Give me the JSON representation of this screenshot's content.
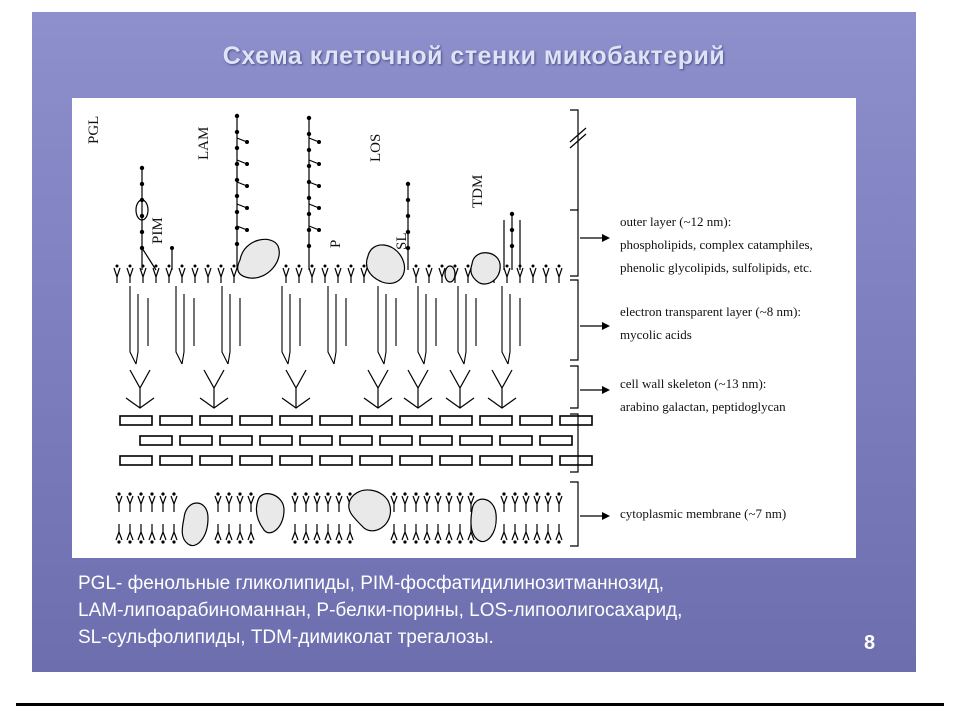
{
  "slide": {
    "title": "Схема клеточной стенки микобактерий",
    "page_number": "8"
  },
  "molecule_labels": {
    "pgl": "PGL",
    "pim": "PIM",
    "lam": "LAM",
    "los": "LOS",
    "p": "P",
    "sl": "SL",
    "tdm": "TDM"
  },
  "layers": [
    {
      "line1": "outer layer (~12 nm):",
      "line2": "phospholipids, complex catamphiles,",
      "line3": "phenolic glycolipids, sulfolipids, etc."
    },
    {
      "line1": "electron transparent layer (~8 nm):",
      "line2": "mycolic acids",
      "line3": ""
    },
    {
      "line1": "cell wall skeleton (~13 nm):",
      "line2": "arabino galactan, peptidoglycan",
      "line3": ""
    },
    {
      "line1": "cytoplasmic membrane (~7 nm)",
      "line2": "",
      "line3": ""
    }
  ],
  "legend": {
    "line1": "PGL- фенольные гликолипиды, PIM-фосфатидилинозитманнозид,",
    "line2": "LAM-липоарабиноманнан, P-белки-порины, LOS-липоолигосахарид,",
    "line3": "SL-сульфолипиды, TDM-димиколат трегалозы."
  },
  "colors": {
    "slide_background": "#8e90cc",
    "title_text": "#dfe3f6",
    "legend_text": "#ffffff",
    "diagram_background": "#ffffff",
    "ink": "#000000"
  }
}
